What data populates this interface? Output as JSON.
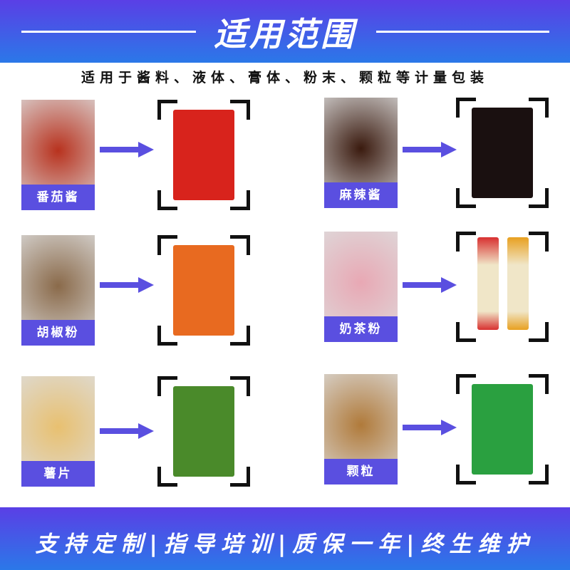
{
  "header": {
    "title": "适用范围",
    "subtitle": "适用于酱料、液体、膏体、粉末、颗粒等计量包装"
  },
  "items": [
    {
      "label": "番茄酱",
      "photo_color": "#b8321e",
      "product_color": "#d8231c"
    },
    {
      "label": "麻辣酱",
      "photo_color": "#3a1a0e",
      "product_color": "#1a1010"
    },
    {
      "label": "胡椒粉",
      "photo_color": "#8a6a4a",
      "product_color": "#e86a20"
    },
    {
      "label": "奶茶粉",
      "photo_color": "#e8a8b4",
      "product_color": "#e8c070"
    },
    {
      "label": "薯片",
      "photo_color": "#e8c070",
      "product_color": "#4a8a2a"
    },
    {
      "label": "颗粒",
      "photo_color": "#b07a3a",
      "product_color": "#2aa040"
    }
  ],
  "footer": {
    "text": "支持定制|指导培训|质保一年|终生维护"
  },
  "colors": {
    "accent": "#5a4fe0",
    "gradient_top": "#5a3fe6",
    "gradient_bottom": "#2b78e8"
  }
}
